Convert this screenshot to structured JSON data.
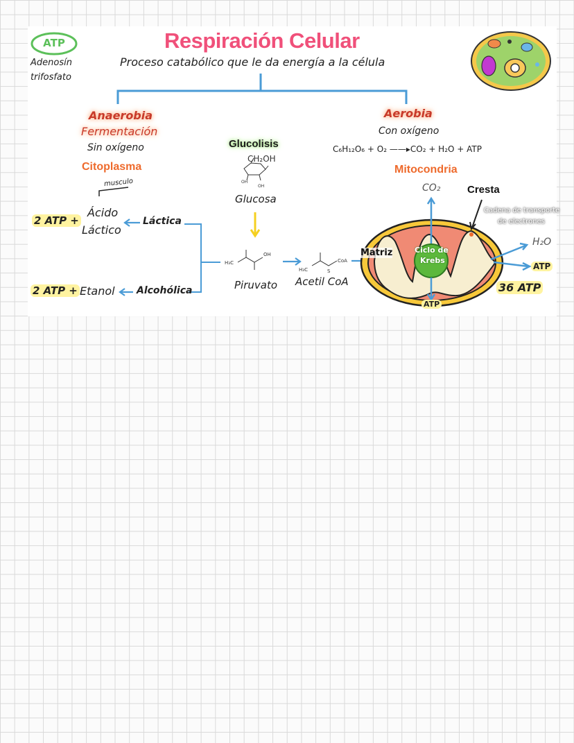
{
  "header": {
    "badge": "ATP",
    "badge_sub_1": "Adenosín",
    "badge_sub_2": "trifosfato",
    "title": "Respiración Celular",
    "subtitle": "Proceso catabólico que le da energía a la célula"
  },
  "anaerobic": {
    "title": "Anaerobia",
    "type": "Fermentación",
    "condition": "Sin oxígeno",
    "location": "Citoplasma",
    "note": "musculo",
    "lactic_atp": "2 ATP +",
    "lactic_product_1": "Ácido",
    "lactic_product_2": "Láctico",
    "lactic_label": "Láctica",
    "alcohol_atp": "2 ATP +",
    "alcohol_product": "Etanol",
    "alcohol_label": "Alcohólica"
  },
  "glycolysis": {
    "title": "Glucolisis",
    "glucose": "Glucosa",
    "pyruvate": "Piruvato",
    "acetyl": "Acetil CoA"
  },
  "aerobic": {
    "title": "Aerobia",
    "condition": "Con oxígeno",
    "equation": "C₆H₁₂O₆ + O₂ ——▸CO₂ + H₂O + ATP",
    "location": "Mitocondria",
    "co2": "CO₂",
    "crest": "Cresta",
    "chain": "Cadena de transporte",
    "chain_2": "de electrones",
    "matrix": "Matriz",
    "krebs_1": "Ciclo de",
    "krebs_2": "Krebs",
    "h2o": "H₂O",
    "atp_right": "ATP",
    "atp_bottom": "ATP",
    "total": "36 ATP"
  },
  "colors": {
    "title": "#f0507a",
    "branch": "#4a9bd6",
    "orange": "#ee6a2c",
    "green": "#5cb83c",
    "yellow": "#ffe14a",
    "mito_outer": "#f7c83a",
    "mito_inner": "#f08a74"
  }
}
